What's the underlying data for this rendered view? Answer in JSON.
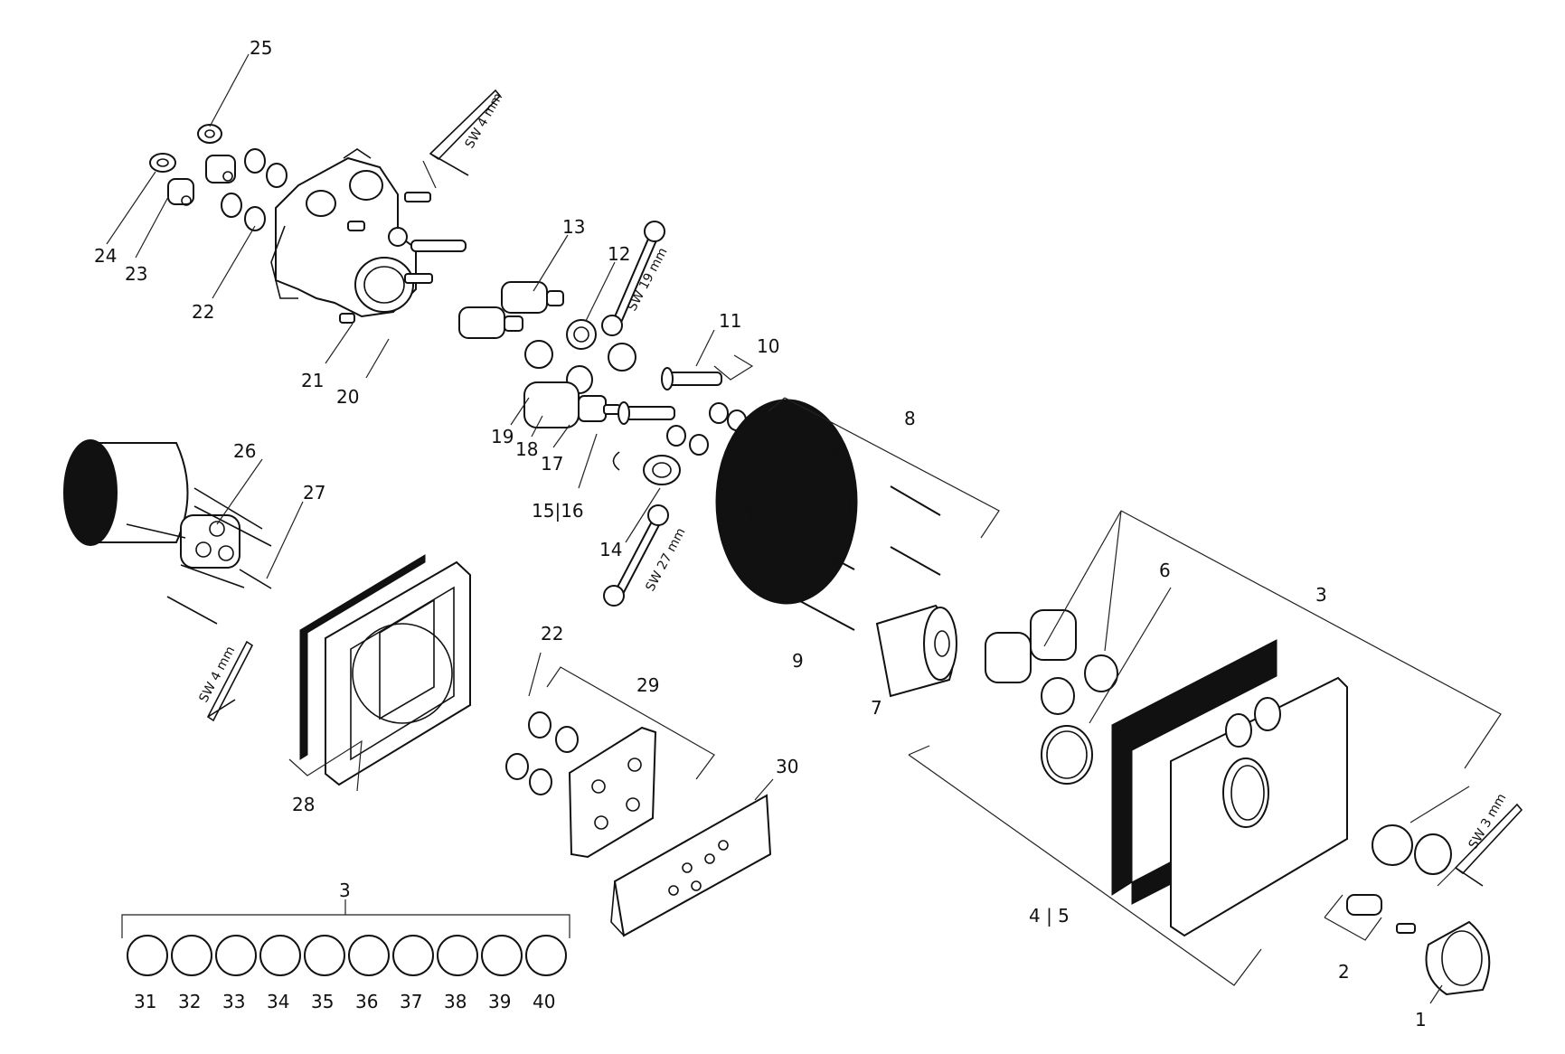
{
  "labels": {
    "l1": "1",
    "l2": "2",
    "l3a": "3",
    "l3b": "3",
    "l45": "4 | 5",
    "l6": "6",
    "l7": "7",
    "l8": "8",
    "l9": "9",
    "l10": "10",
    "l11": "11",
    "l12": "12",
    "l13": "13",
    "l14": "14",
    "l1516": "15|16",
    "l17": "17",
    "l18": "18",
    "l19": "19",
    "l20": "20",
    "l21": "21",
    "l22a": "22",
    "l22b": "22",
    "l23": "23",
    "l24": "24",
    "l25": "25",
    "l26": "26",
    "l27": "27",
    "l28": "28",
    "l29": "29",
    "l30": "30",
    "l31": "31",
    "l32": "32",
    "l33": "33",
    "l34": "34",
    "l35": "35",
    "l36": "36",
    "l37": "37",
    "l38": "38",
    "l39": "39",
    "l40": "40"
  },
  "tools": {
    "sw4a": "SW 4 mm",
    "sw19": "SW 19 mm",
    "sw27": "SW 27 mm",
    "sw4b": "SW 4 mm",
    "sw3": "SW 3 mm"
  }
}
